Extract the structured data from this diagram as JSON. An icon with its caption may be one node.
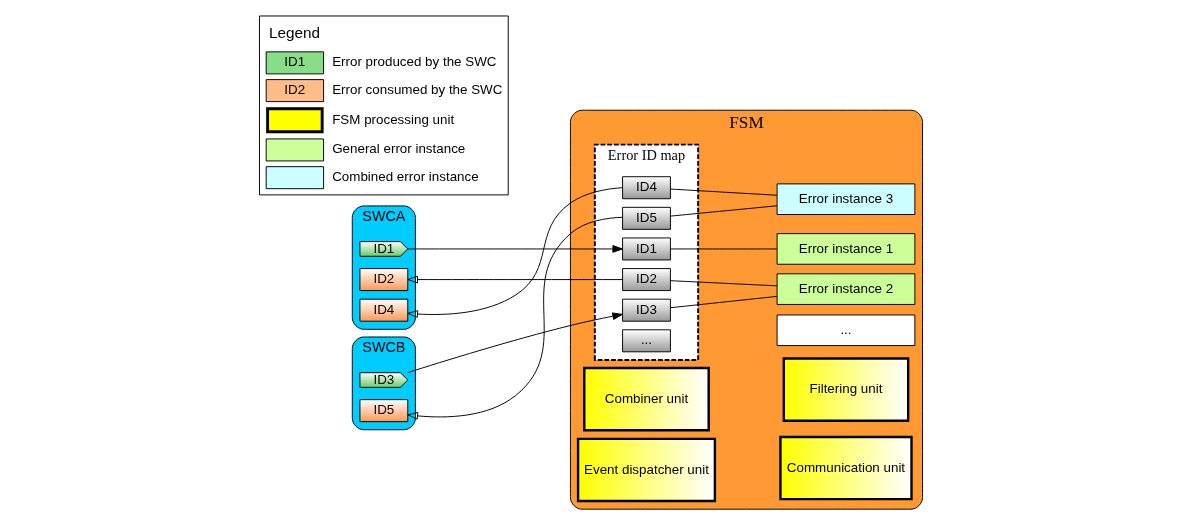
{
  "diagram": {
    "nodes": [
      {
        "text": [
          "SWCA"
        ]
      },
      {
        "text": [
          "ID1"
        ],
        "in": 0
      },
      {
        "text": [
          "ID2"
        ],
        "in": 0
      },
      {
        "text": [
          "ID4"
        ],
        "in": 0
      },
      {
        "text": [
          "SWCB"
        ]
      },
      {
        "text": [
          "ID3"
        ],
        "in": 4
      },
      {
        "text": [
          "ID5"
        ],
        "in": 4
      },
      {
        "text": [
          "FSM"
        ]
      },
      {
        "text": [
          "Error ID map"
        ],
        "in": 7
      },
      {
        "text": [
          "ID1"
        ],
        "in": 8
      },
      {
        "text": [
          "ID2"
        ],
        "in": 8
      },
      {
        "text": [
          "ID3"
        ],
        "in": 8
      },
      {
        "text": [
          "ID4"
        ],
        "in": 8
      },
      {
        "text": [
          "ID5"
        ],
        "in": 8
      },
      {
        "text": [
          "..."
        ],
        "in": 8
      },
      {
        "text": [
          "Error instance 1"
        ],
        "in": 7
      },
      {
        "text": [
          "Error instance 2"
        ],
        "in": 7
      },
      {
        "text": [
          "Error instance 3"
        ],
        "in": 7
      },
      {
        "text": [
          "..."
        ],
        "in": 7
      },
      {
        "text": [
          "Combiner unit"
        ],
        "in": 7
      },
      {
        "text": [
          "Filtering unit"
        ],
        "in": 7
      },
      {
        "text": [
          "Event dispatcher unit"
        ],
        "in": 7
      },
      {
        "text": [
          "Communication unit"
        ],
        "in": 7
      }
    ],
    "edges": [
      {
        "from": 1,
        "to": 9,
        "arrow": "to"
      },
      {
        "from": 10,
        "to": 2,
        "arrow": "to"
      },
      {
        "from": 12,
        "to": 3,
        "arrow": "to"
      },
      {
        "from": 5,
        "to": 11,
        "arrow": "to"
      },
      {
        "from": 13,
        "to": 6,
        "arrow": "to"
      },
      {
        "from": 9,
        "to": 15,
        "arrow": "none"
      },
      {
        "from": 10,
        "to": 16,
        "arrow": "none"
      },
      {
        "from": 11,
        "to": 16,
        "arrow": "none"
      },
      {
        "from": 12,
        "to": 17,
        "arrow": "none"
      },
      {
        "from": 13,
        "to": 17,
        "arrow": "none"
      }
    ],
    "labels": [
      "Legend",
      "ID1",
      "ID2"
    ],
    "legend": [
      {
        "text": "Error produced by the SWC"
      },
      {
        "text": "Error consumed by the SWC"
      },
      {
        "text": "FSM processing unit"
      },
      {
        "text": "General error instance",
        "color": "#ccff99"
      },
      {
        "text": "Combined error instance",
        "color": "#ccffff"
      }
    ]
  }
}
